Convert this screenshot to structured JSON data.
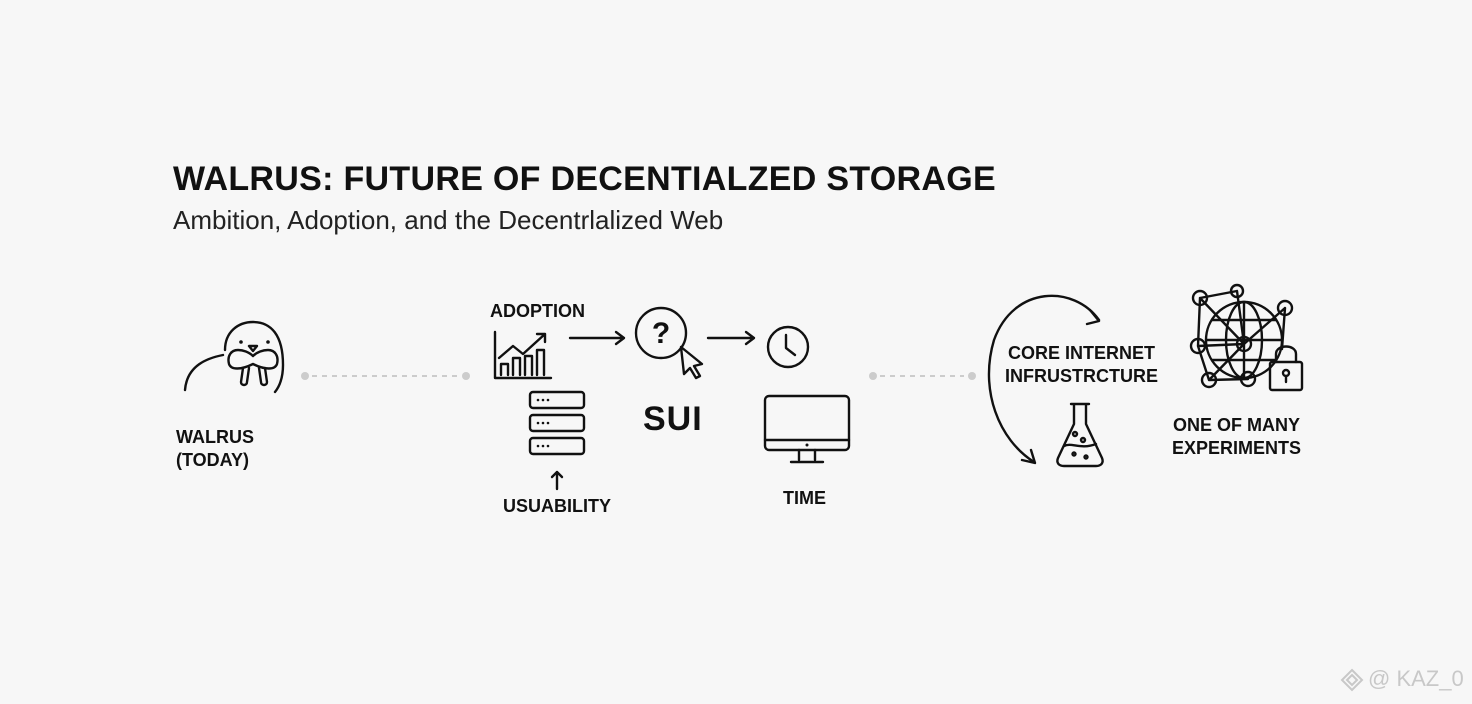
{
  "header": {
    "title": "WALRUS: FUTURE OF DECENTIALZED STORAGE",
    "subtitle": "Ambition, Adoption, and the Decentrlalized Web"
  },
  "stages": {
    "walrus": {
      "label_line1": "WALRUS",
      "label_line2": "(TODAY)"
    },
    "adoption": {
      "label": "ADOPTION"
    },
    "usability": {
      "label": "USUABILITY"
    },
    "sui": {
      "label": "SUI"
    },
    "time": {
      "label": "TIME"
    },
    "core": {
      "label_line1": "CORE INTERNET",
      "label_line2": "INFRUSTRCTURE"
    },
    "experiments": {
      "label_line1": "ONE OF MANY",
      "label_line2": "EXPERIMENTS"
    }
  },
  "watermark": {
    "text": "@ KAZ_0"
  }
}
